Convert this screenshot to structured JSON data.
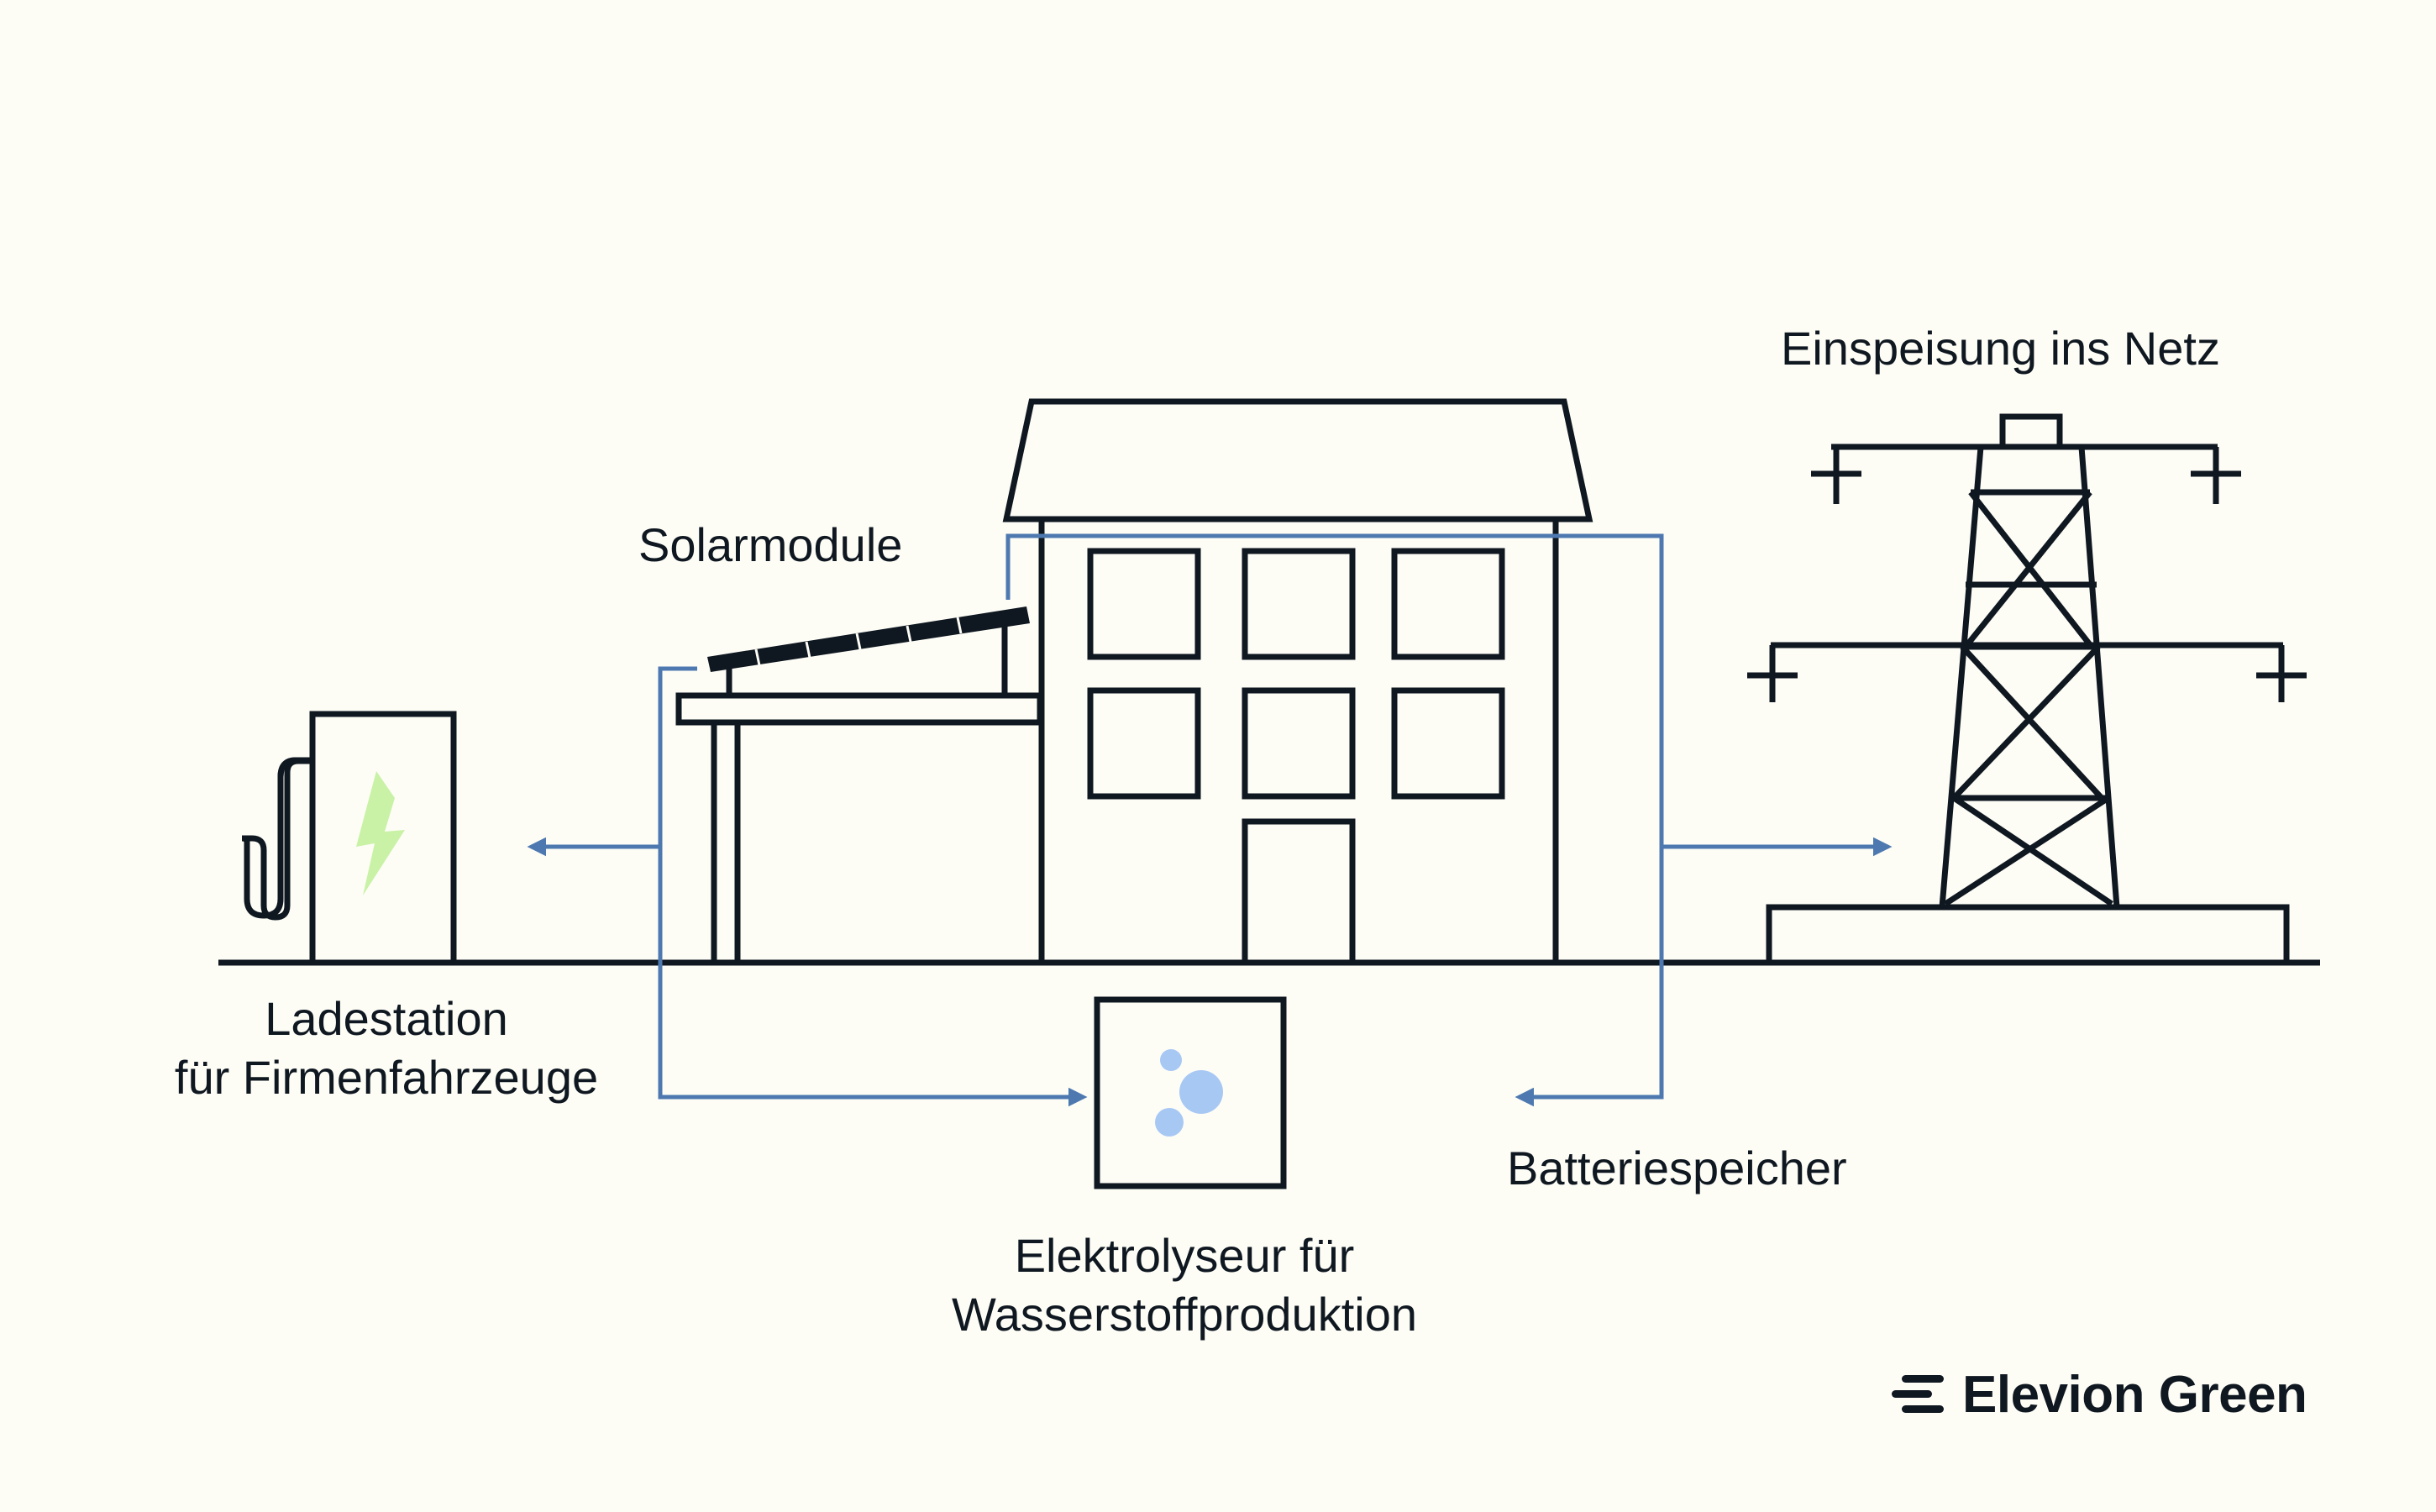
{
  "labels": {
    "einspeisung": "Einspeisung ins Netz",
    "solarmodule": "Solarmodule",
    "ladestation_line1": "Ladestation",
    "ladestation_line2": "für Firmenfahrzeuge",
    "batteriespeicher": "Batteriespeicher",
    "elektrolyseur_line1": "Elektrolyseur für",
    "elektrolyseur_line2": "Wasserstoffproduktion"
  },
  "brand": {
    "name": "Elevion Green"
  },
  "colors": {
    "background": "#fdfdf6",
    "ink": "#0f1720",
    "flow": "#4e79b0",
    "lightning": "#c9f2a6",
    "bubbles": "#a8c8f4"
  },
  "icons": {
    "charging_station": "ev-charger-icon",
    "solar": "solar-panel-icon",
    "building": "building-icon",
    "pylon": "power-pylon-icon",
    "electrolyzer": "electrolyzer-icon",
    "brand_mark": "brand-logo-mark"
  }
}
